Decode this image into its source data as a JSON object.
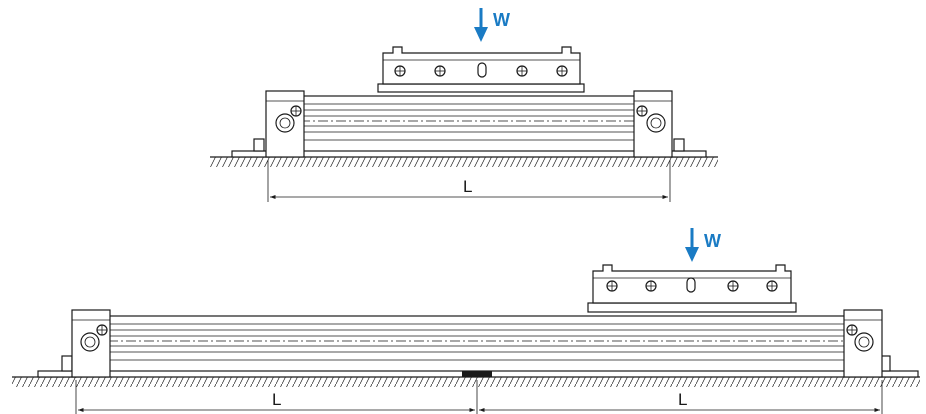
{
  "colors": {
    "line": "#1a1a1a",
    "load_arrow": "#1a7bc4",
    "background": "#ffffff"
  },
  "diagram1": {
    "load_label": "W",
    "dimension_label": "L"
  },
  "diagram2": {
    "load_label": "W",
    "dimension_left_label": "L",
    "dimension_right_label": "L"
  }
}
